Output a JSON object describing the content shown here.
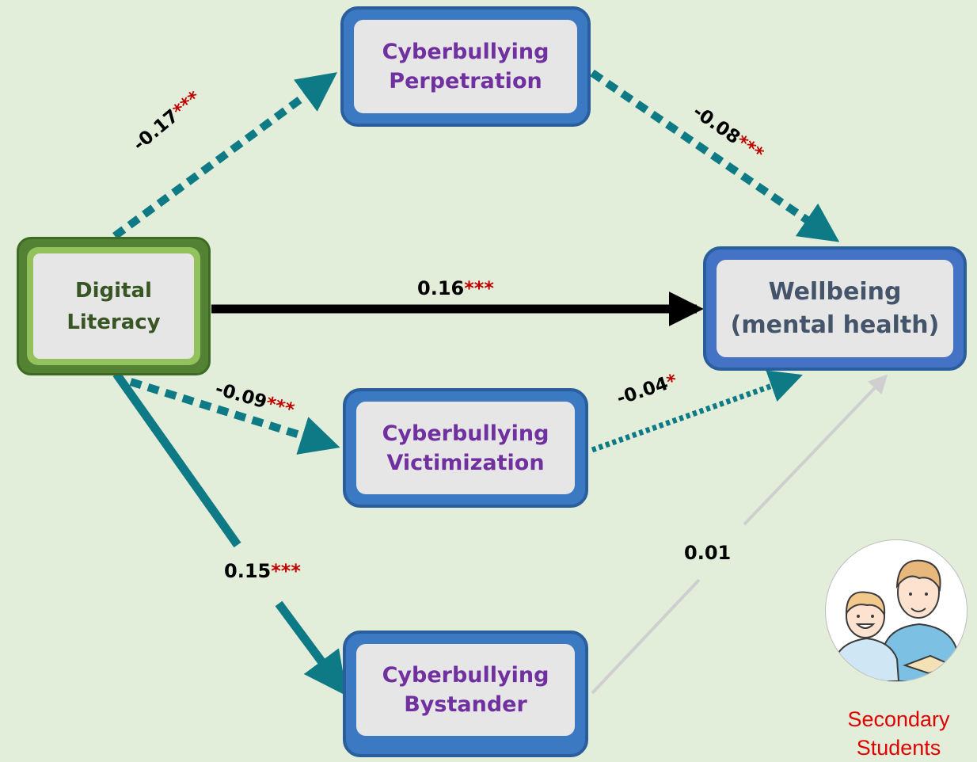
{
  "nodes": {
    "digital_literacy": {
      "line1": "Digital",
      "line2": "Literacy"
    },
    "perpetration": {
      "line1": "Cyberbullying",
      "line2": "Perpetration"
    },
    "victimization": {
      "line1": "Cyberbullying",
      "line2": "Victimization"
    },
    "bystander": {
      "line1": "Cyberbullying",
      "line2": "Bystander"
    },
    "wellbeing": {
      "line1": "Wellbeing",
      "line2": "(mental health)"
    }
  },
  "paths": {
    "dl_to_wb": {
      "value": "0.16",
      "sig": "***"
    },
    "dl_to_perp": {
      "value": "-0.17",
      "sig": "***"
    },
    "perp_to_wb": {
      "value": "-0.08",
      "sig": "***"
    },
    "dl_to_vict": {
      "value": "-0.09",
      "sig": "***"
    },
    "vict_to_wb": {
      "value": "-0.04",
      "sig": "*"
    },
    "dl_to_bys": {
      "value": "0.15",
      "sig": "***"
    },
    "bys_to_wb": {
      "value": "0.01",
      "sig": ""
    }
  },
  "students": {
    "caption": "Secondary Students"
  },
  "colors": {
    "background": "#e2eed9",
    "teal_path": "#0e7a86",
    "direct_path": "#000000",
    "nonsig_path": "#cfcfcf",
    "significance": "#c00000",
    "node_blue": "#3b79c2",
    "node_green": "#548235",
    "label_purple": "#7030a0"
  },
  "icons": {
    "students": "students-illustration-icon"
  }
}
